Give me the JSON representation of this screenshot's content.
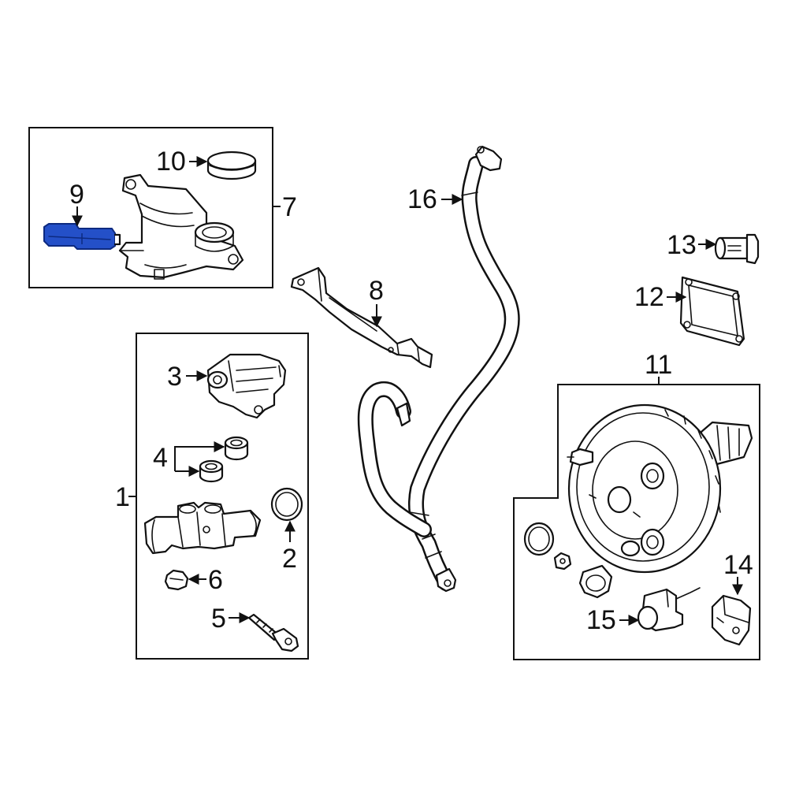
{
  "diagram": {
    "callouts": [
      {
        "id": "1",
        "label": "1"
      },
      {
        "id": "2",
        "label": "2"
      },
      {
        "id": "3",
        "label": "3"
      },
      {
        "id": "4",
        "label": "4"
      },
      {
        "id": "5",
        "label": "5"
      },
      {
        "id": "6",
        "label": "6"
      },
      {
        "id": "7",
        "label": "7"
      },
      {
        "id": "8",
        "label": "8"
      },
      {
        "id": "9",
        "label": "9"
      },
      {
        "id": "10",
        "label": "10"
      },
      {
        "id": "11",
        "label": "11"
      },
      {
        "id": "12",
        "label": "12"
      },
      {
        "id": "13",
        "label": "13"
      },
      {
        "id": "14",
        "label": "14"
      },
      {
        "id": "15",
        "label": "15"
      },
      {
        "id": "16",
        "label": "16"
      }
    ],
    "highlighted_part": "9",
    "colors": {
      "line": "#111111",
      "background": "#ffffff",
      "highlight": "#2450c8"
    }
  }
}
